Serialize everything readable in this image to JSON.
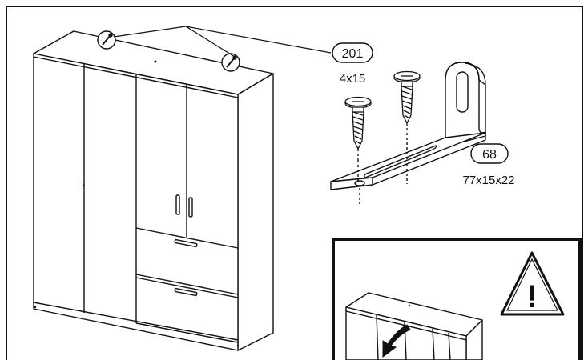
{
  "parts": [
    {
      "code": "201",
      "size": "4x15"
    },
    {
      "code": "68",
      "size": "77x15x22"
    }
  ],
  "warning": {
    "glyph": "!"
  },
  "colors": {
    "line": "#111111",
    "background": "#ffffff",
    "shade": "#e9e9e9"
  },
  "icons": [
    "screw-icon",
    "l-bracket-icon",
    "warning-triangle-icon",
    "tip-arrow-icon"
  ]
}
